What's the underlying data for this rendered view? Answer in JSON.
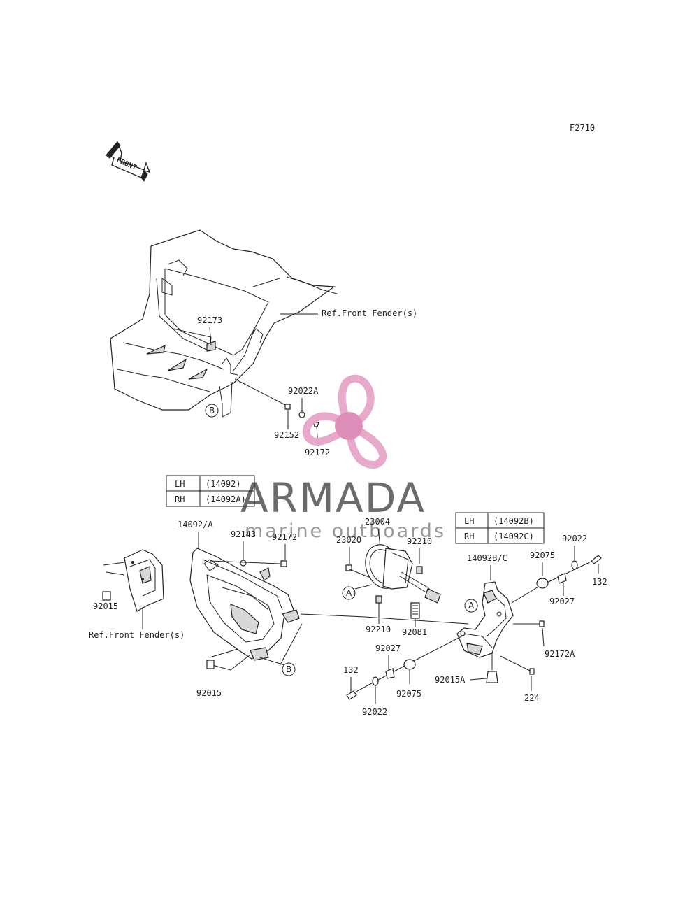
{
  "figure_code": "F2710",
  "front_arrow_label": "FRONT",
  "ref_labels": {
    "upper": "Ref.Front Fender(s)",
    "lower": "Ref.Front Fender(s)"
  },
  "circle_markers": {
    "a": "A",
    "b": "B"
  },
  "tables": {
    "left": [
      {
        "side": "LH",
        "part": "(14092)"
      },
      {
        "side": "RH",
        "part": "(14092A)"
      }
    ],
    "right": [
      {
        "side": "LH",
        "part": "(14092B)"
      },
      {
        "side": "RH",
        "part": "(14092C)"
      }
    ]
  },
  "part_labels": {
    "p92173": "92173",
    "p92022A": "92022A",
    "p92152": "92152",
    "p92172_top": "92172",
    "p14092A": "14092/A",
    "p92143": "92143",
    "p92172_mid": "92172",
    "p92015_left": "92015",
    "p92015_bottom": "92015",
    "p23004": "23004",
    "p23020": "23020",
    "p92210_top": "92210",
    "p92210_bottom": "92210",
    "p92081": "92081",
    "p14092BC": "14092B/C",
    "p92075_right": "92075",
    "p92022_right": "92022",
    "p132_right": "132",
    "p92027_right": "92027",
    "p92172A": "92172A",
    "p92027_bottom": "92027",
    "p132_bottom": "132",
    "p92075_bottom": "92075",
    "p92022_bottom": "92022",
    "p92015A": "92015A",
    "p224": "224"
  },
  "watermark": {
    "title": "ARMADA",
    "subtitle": "marine outboards",
    "logo_color": "#e7a6c8",
    "logo_center_color": "#dd88b6"
  }
}
